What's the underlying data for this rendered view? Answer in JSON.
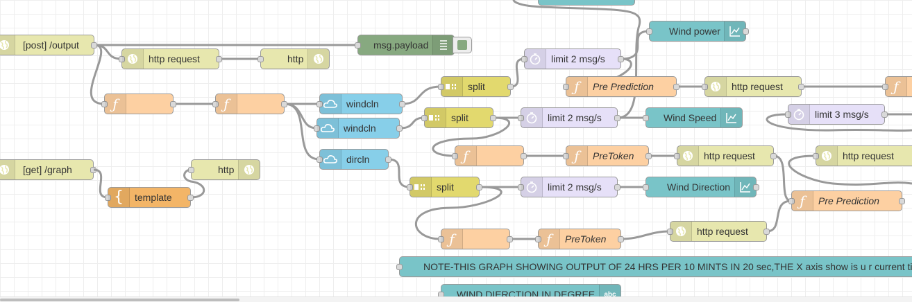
{
  "colors": {
    "http_in": "#e7e7ae",
    "function": "#fdd0a2",
    "template": "#f3b567",
    "websocket": "#87cfe9",
    "split": "#e2d96e",
    "delay": "#e6e0f8",
    "chart": "#79c4c8",
    "debug": "#87a980",
    "wire": "#999999"
  },
  "nodes": {
    "post_output": {
      "label": "[post] /output",
      "icon": "globe-icon"
    },
    "http_request_1": {
      "label": "http request",
      "icon": "globe-icon"
    },
    "http_response_1": {
      "label": "http",
      "icon": "globe-icon"
    },
    "msg_payload": {
      "label": "msg.payload",
      "icon": "list-icon"
    },
    "func_1": {
      "label": "",
      "icon": "function-icon"
    },
    "func_2": {
      "label": "",
      "icon": "function-icon"
    },
    "windcln_1": {
      "label": "windcln",
      "icon": "cloud-icon"
    },
    "windcln_2": {
      "label": "windcln",
      "icon": "cloud-icon"
    },
    "dircln": {
      "label": "dircln",
      "icon": "cloud-icon"
    },
    "split_1": {
      "label": "split",
      "icon": "split-icon"
    },
    "split_2": {
      "label": "split",
      "icon": "split-icon"
    },
    "split_3": {
      "label": "split",
      "icon": "split-icon"
    },
    "limit_1": {
      "label": "limit 2 msg/s",
      "icon": "timer-icon"
    },
    "limit_2": {
      "label": "limit 2 msg/s",
      "icon": "timer-icon"
    },
    "limit_3": {
      "label": "limit 2 msg/s",
      "icon": "timer-icon"
    },
    "limit_4": {
      "label": "limit 3 msg/s",
      "icon": "timer-icon"
    },
    "wind_power": {
      "label": "Wind power",
      "icon": "chart-icon"
    },
    "wind_speed": {
      "label": "Wind Speed",
      "icon": "chart-icon"
    },
    "wind_direction": {
      "label": "Wind Direction",
      "icon": "chart-icon"
    },
    "pre_prediction_1": {
      "label": "Pre Prediction",
      "icon": "function-icon"
    },
    "pre_prediction_2": {
      "label": "Pre Prediction",
      "icon": "function-icon"
    },
    "http_request_2": {
      "label": "http request",
      "icon": "globe-icon"
    },
    "http_request_3": {
      "label": "http request",
      "icon": "globe-icon"
    },
    "http_request_4": {
      "label": "http request",
      "icon": "globe-icon"
    },
    "http_request_5": {
      "label": "http request",
      "icon": "globe-icon"
    },
    "func_3": {
      "label": "",
      "icon": "function-icon"
    },
    "func_4": {
      "label": "",
      "icon": "function-icon"
    },
    "func_edge": {
      "label": "",
      "icon": "function-icon"
    },
    "pretoken_1": {
      "label": "PreToken",
      "icon": "function-icon"
    },
    "pretoken_2": {
      "label": "PreToken",
      "icon": "function-icon"
    },
    "get_graph": {
      "label": "[get] /graph",
      "icon": "globe-icon"
    },
    "template": {
      "label": "template",
      "icon": "braces-icon"
    },
    "http_response_2": {
      "label": "http",
      "icon": "globe-icon"
    },
    "note_comment": {
      "label": "NOTE-THIS GRAPH SHOWING OUTPUT OF 24 HRS PER 10 MINTS IN 20 sec,THE X axis show is u r current ti",
      "icon": ""
    },
    "wind_direction_text": {
      "label": "WIND DIERCTION IN DEGREE",
      "icon": "text-icon",
      "badge": "abc"
    }
  }
}
